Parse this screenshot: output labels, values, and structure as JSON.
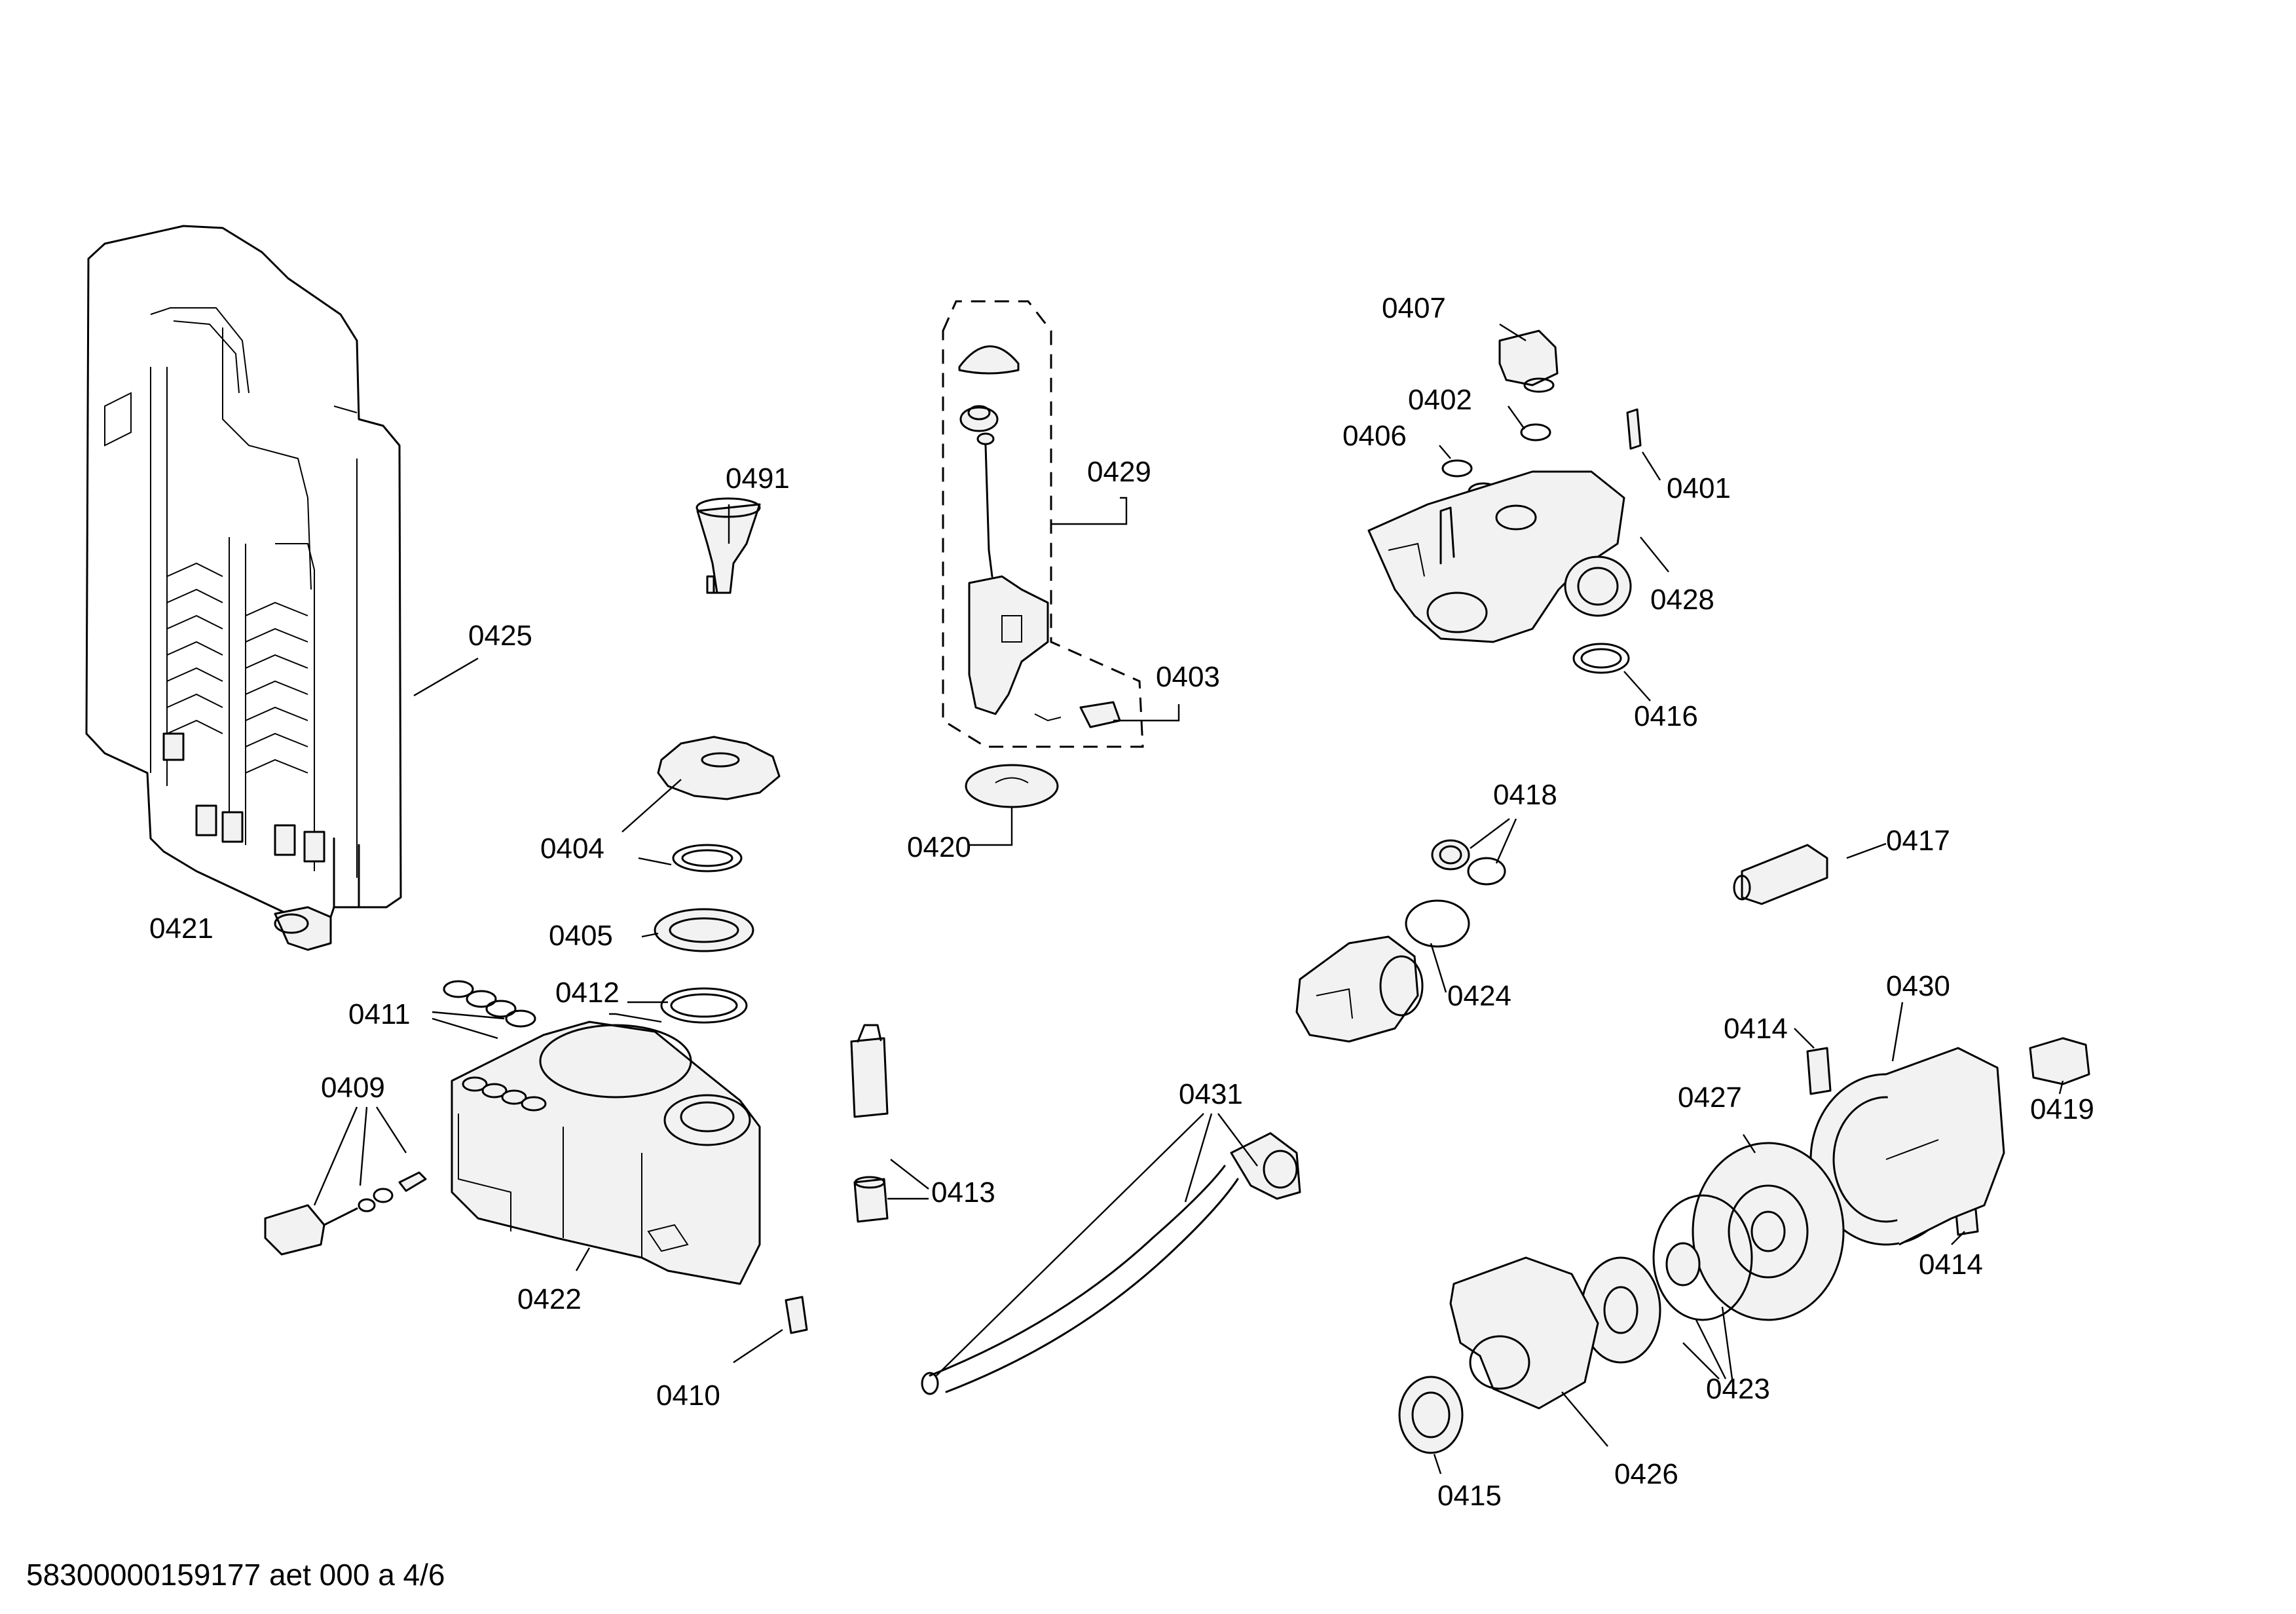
{
  "footer": "58300000159177 aet 000 a 4/6",
  "labels": {
    "p0401": "0401",
    "p0402": "0402",
    "p0403": "0403",
    "p0404": "0404",
    "p0405": "0405",
    "p0406": "0406",
    "p0407": "0407",
    "p0409": "0409",
    "p0410": "0410",
    "p0411": "0411",
    "p0412": "0412",
    "p0413": "0413",
    "p0414a": "0414",
    "p0414b": "0414",
    "p0415": "0415",
    "p0416": "0416",
    "p0417": "0417",
    "p0418": "0418",
    "p0419": "0419",
    "p0420": "0420",
    "p0421": "0421",
    "p0422": "0422",
    "p0423": "0423",
    "p0424": "0424",
    "p0425": "0425",
    "p0426": "0426",
    "p0427": "0427",
    "p0428": "0428",
    "p0429": "0429",
    "p0430": "0430",
    "p0431": "0431",
    "p0491": "0491"
  }
}
